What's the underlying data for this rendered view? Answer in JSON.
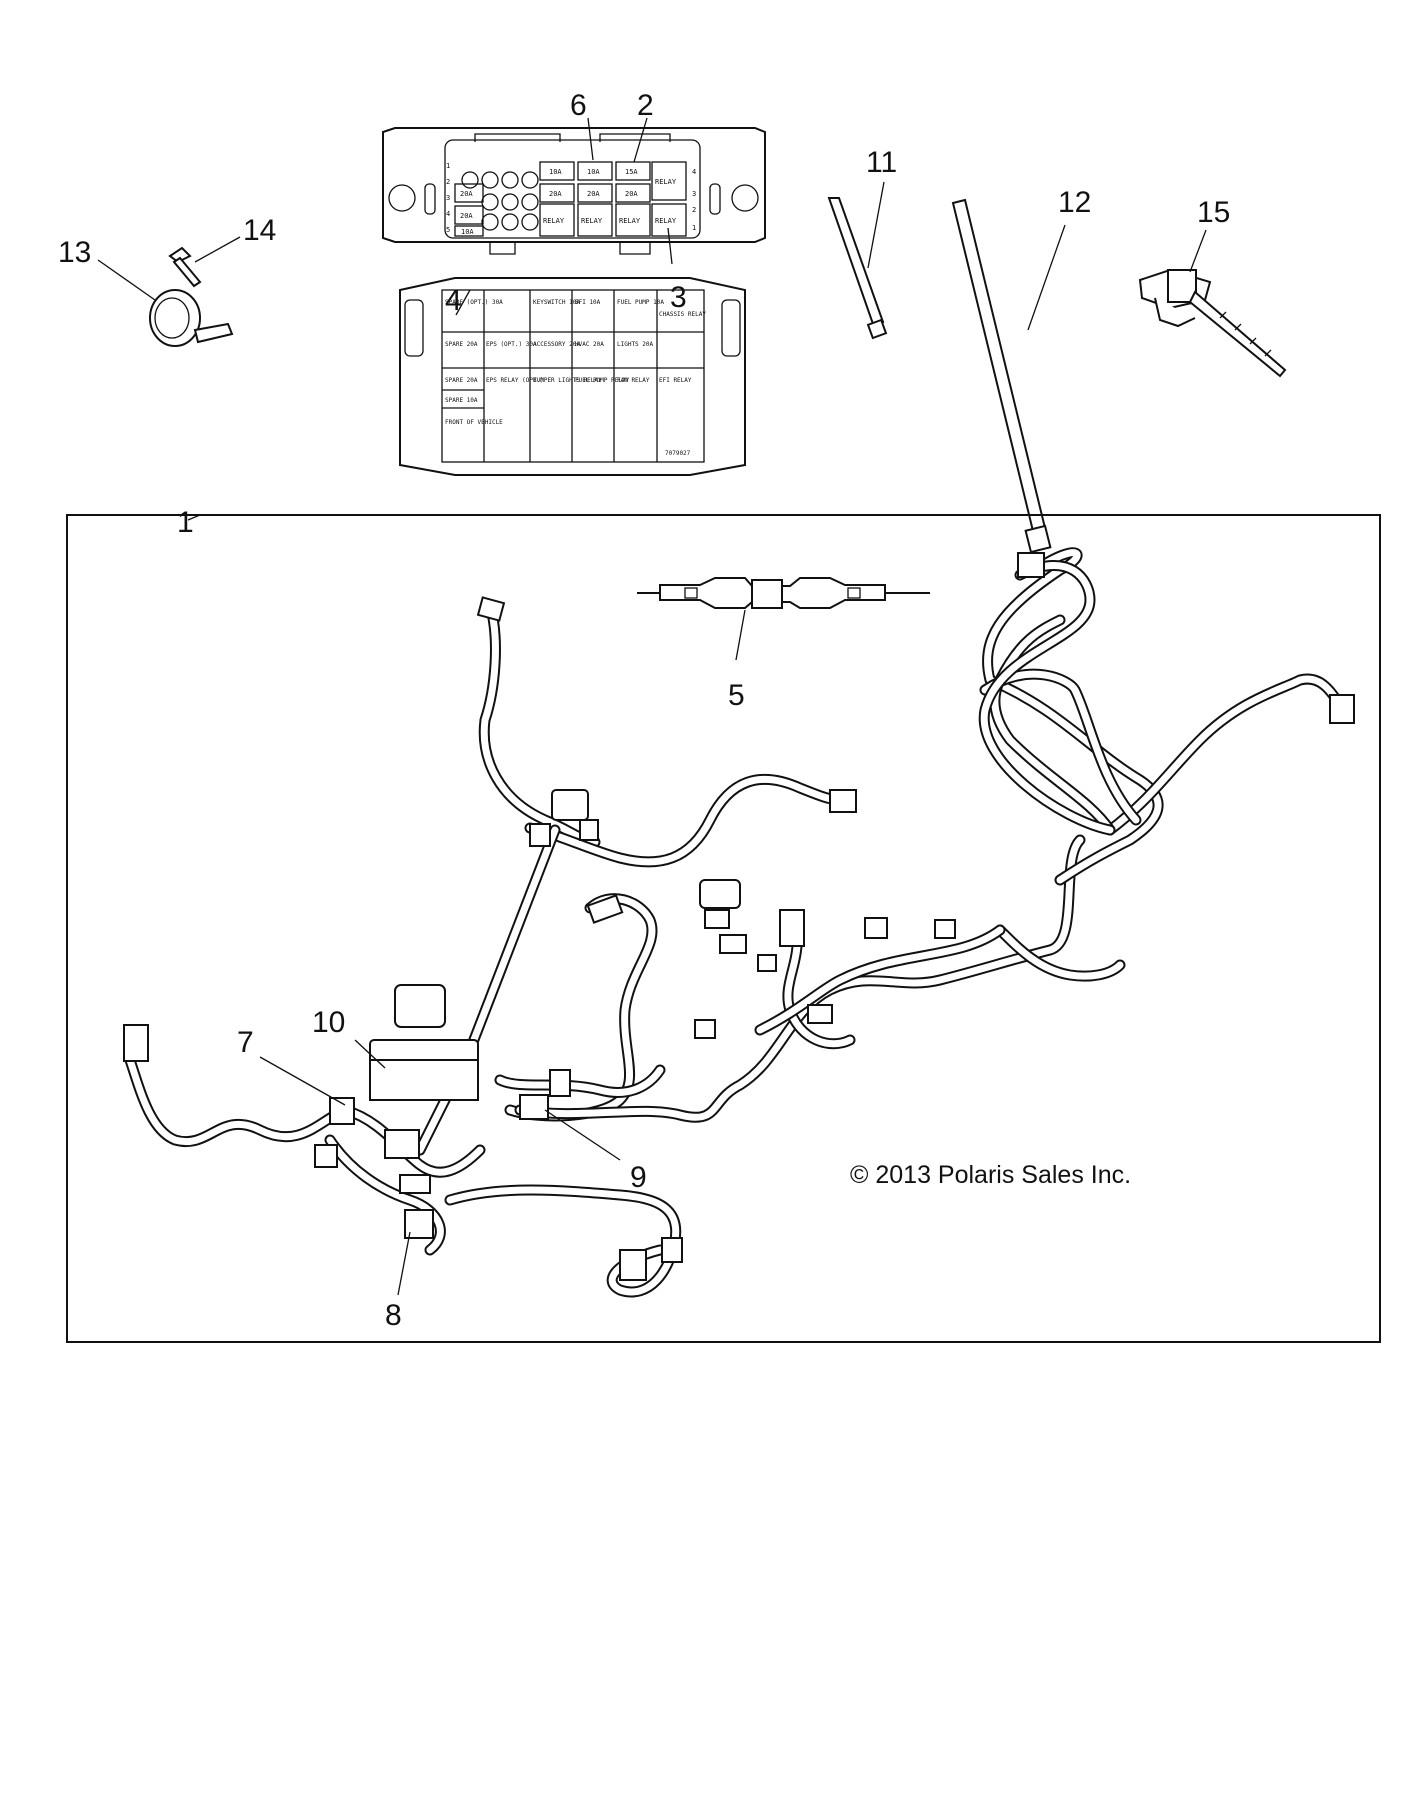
{
  "callouts": {
    "c1": "1",
    "c2": "2",
    "c3": "3",
    "c4": "4",
    "c5": "5",
    "c6": "6",
    "c7": "7",
    "c8": "8",
    "c9": "9",
    "c10": "10",
    "c11": "11",
    "c12": "12",
    "c13": "13",
    "c14": "14",
    "c15": "15"
  },
  "copyright": "© 2013 Polaris Sales Inc.",
  "fuse_box_top": {
    "row_numbers": [
      "4",
      "3",
      "2",
      "1"
    ],
    "left_numbers": [
      "1",
      "2",
      "3",
      "4",
      "5"
    ],
    "cells": {
      "r1": [
        "10A",
        "10A",
        "15A",
        "RELAY"
      ],
      "r2a": [
        "20A",
        "20A",
        "20A",
        "20A"
      ],
      "r2b": [
        "20A"
      ],
      "r3": [
        "10A",
        "RELAY",
        "RELAY",
        "RELAY",
        "RELAY"
      ]
    }
  },
  "fuse_cover_label": {
    "r1": [
      "SPARE (OPT.) 30A",
      "",
      "KEYSWITCH 10A",
      "EFI 10A",
      "FUEL PUMP 10A",
      "CHASSIS RELAY"
    ],
    "r2": [
      "SPARE 20A",
      "EPS (OPT.) 30A",
      "ACCESSORY 20A",
      "HVAC 20A",
      "LIGHTS 20A"
    ],
    "r3a": "SPARE 20A",
    "r3b": "SPARE 10A",
    "front": "FRONT OF VEHICLE",
    "r3": [
      "EPS RELAY (OPT.)",
      "BUMPER LIGHTS RELAY",
      "FUEL PUMP RELAY",
      "FAN RELAY",
      "EFI RELAY"
    ],
    "part_no": "7079027"
  }
}
